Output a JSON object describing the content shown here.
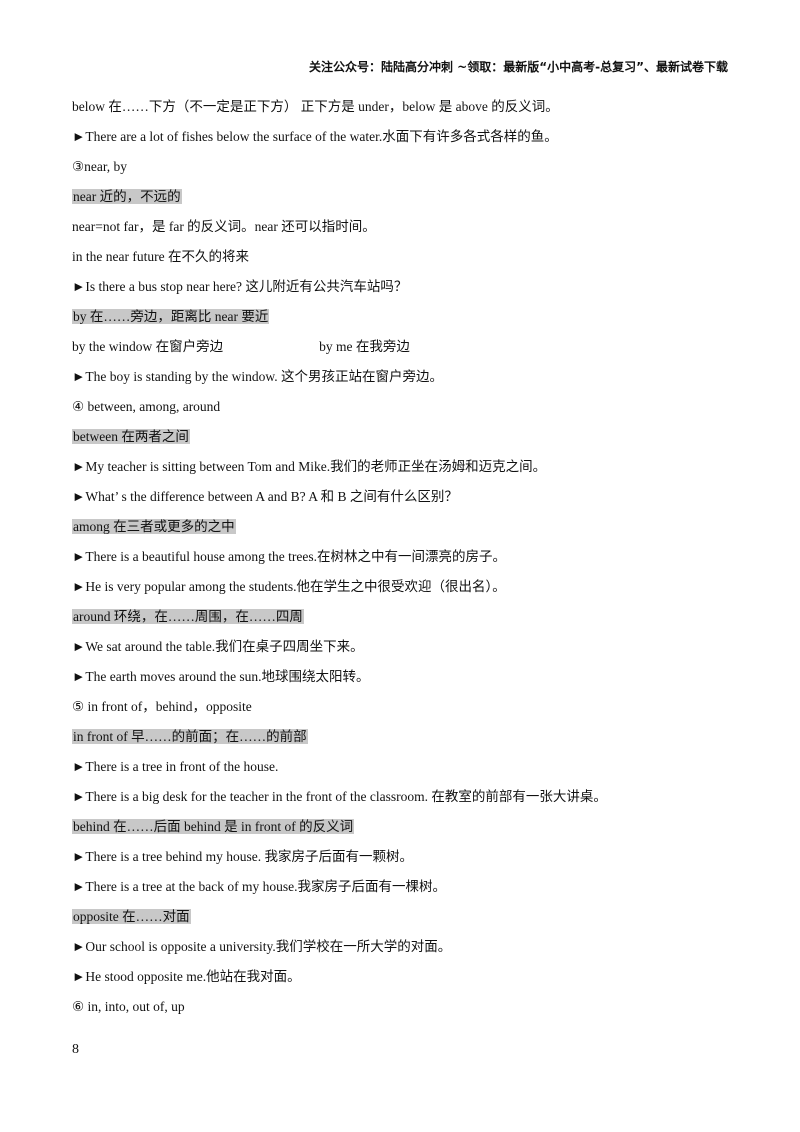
{
  "header": {
    "text": "关注公众号：陆陆高分冲刺  ~领取：最新版“小中高考-总复习”、最新试卷下载"
  },
  "lines": {
    "l1": "below 在……下方（不一定是正下方）  正下方是 under，below 是 above 的反义词。",
    "l2": "►There are a lot of fishes below the surface of the water.水面下有许多各式各样的鱼。",
    "l3": "③near, by",
    "l4": "near 近的，不远的",
    "l5": "near=not far，是 far 的反义词。near 还可以指时间。",
    "l6": "in the near future 在不久的将来",
    "l7": "►Is there a bus stop near here?  这儿附近有公共汽车站吗？",
    "l8": "by 在……旁边，距离比 near 要近",
    "l9a": "by the window 在窗户旁边",
    "l9b": "by me 在我旁边",
    "l10": "►The boy is standing by the window.  这个男孩正站在窗户旁边。",
    "l11": "④ between, among, around",
    "l12": "between 在两者之间",
    "l13": "►My teacher is sitting between Tom and Mike.我们的老师正坐在汤姆和迈克之间。",
    "l14": "►What’ s the difference between A and B? A 和 B 之间有什么区别？",
    "l15": "among 在三者或更多的之中",
    "l16": "►There is a beautiful house among the trees.在树林之中有一间漂亮的房子。",
    "l17": "►He is very popular among the students.他在学生之中很受欢迎（很出名）。",
    "l18": "around 环绕，在……周围，在……四周",
    "l19": "►We sat around the table.我们在桌子四周坐下来。",
    "l20": "►The earth moves around the sun.地球围绕太阳转。",
    "l21": "⑤ in front of，behind，opposite",
    "l22": "in front of 早……的前面；在……的前部",
    "l23": "►There is a tree in front of the house.",
    "l24": "►There is a big desk for the teacher in the front of the classroom.  在教室的前部有一张大讲桌。",
    "l25": "behind 在……后面   behind 是 in front of 的反义词",
    "l26": "►There is a tree behind my house.  我家房子后面有一颗树。",
    "l27": "►There is a tree at the back of my house.我家房子后面有一棵树。",
    "l28": "opposite 在……对面",
    "l29": "►Our school is opposite a university.我们学校在一所大学的对面。",
    "l30": "►He stood opposite me.他站在我对面。",
    "l31": "⑥ in, into, out of, up"
  },
  "page_number": "8"
}
